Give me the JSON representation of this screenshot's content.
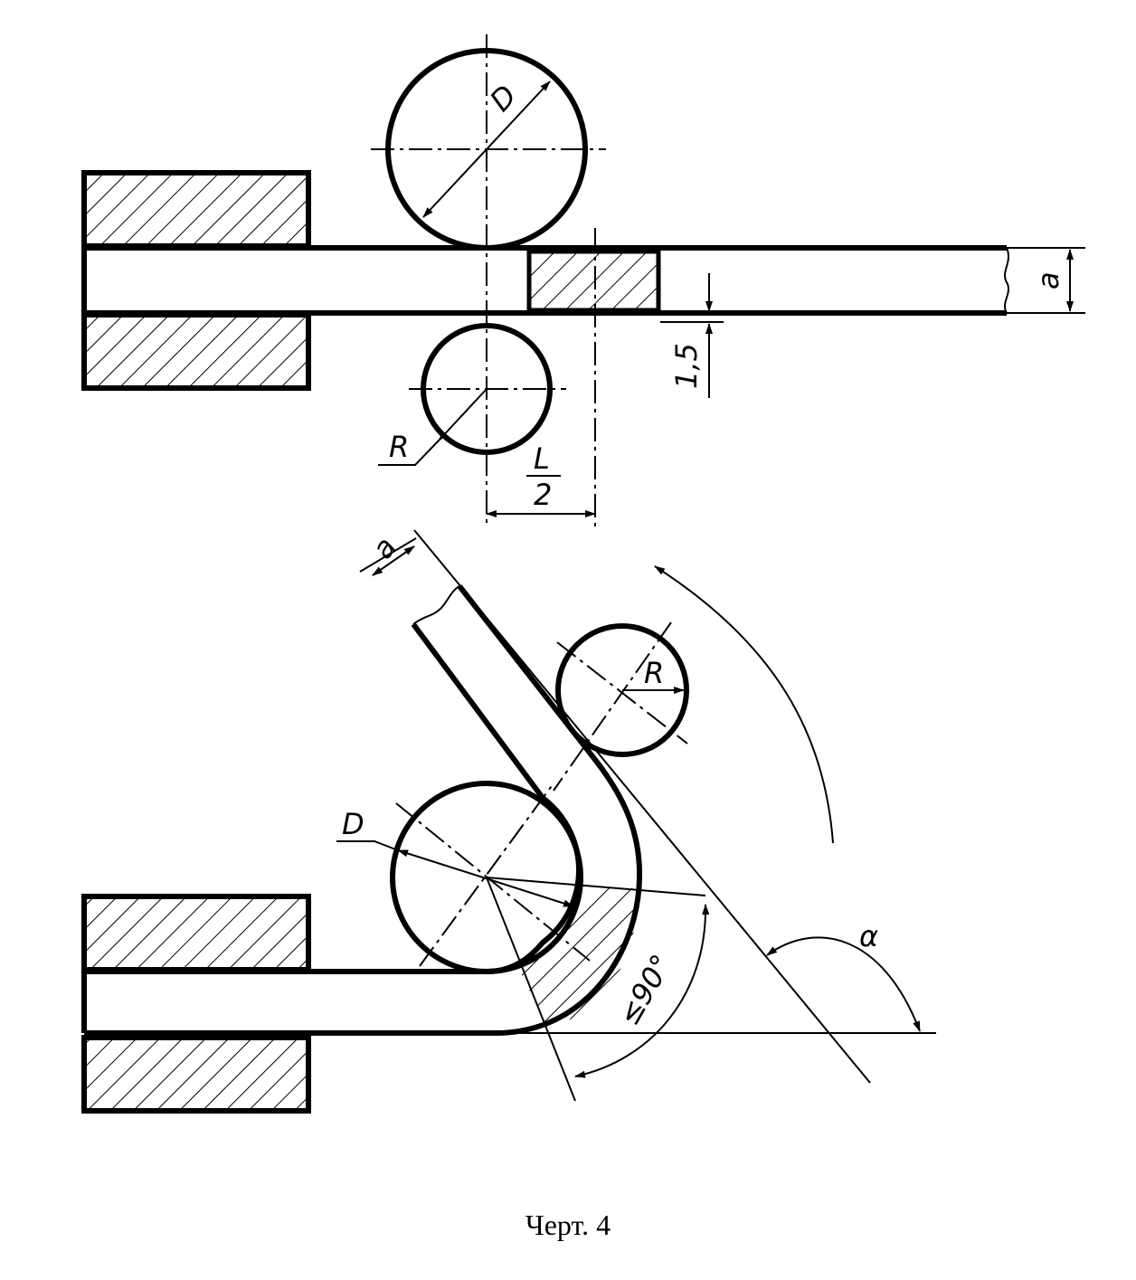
{
  "labels": {
    "top_roll_diameter": "D",
    "top_thickness": "a",
    "top_gap": "1,5",
    "top_bottom_radius": "R",
    "top_half_length_num": "L",
    "top_half_length_den": "2",
    "bottom_thickness": "a",
    "bottom_roll_radius": "R",
    "bottom_mandrel_diameter": "D",
    "bottom_bend_angle": "α",
    "bottom_limit_angle": "≤90°"
  },
  "caption": "Черт. 4"
}
